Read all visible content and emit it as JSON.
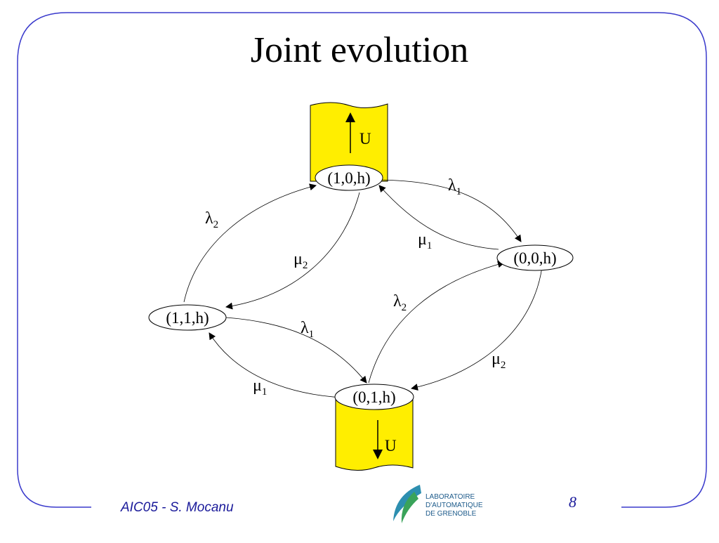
{
  "title": "Joint evolution",
  "footer": {
    "author": "AIC05 - S. Mocanu",
    "page_number": "8"
  },
  "logo": {
    "line1": "LABORATOIRE",
    "line2": "D'AUTOMATIQUE",
    "line3": "DE GRENOBLE"
  },
  "nodes": {
    "n10h": "(1,0,h)",
    "n00h": "(0,0,h)",
    "n11h": "(1,1,h)",
    "n01h": "(0,1,h)"
  },
  "buffers": {
    "top_label": "U",
    "bottom_label": "U"
  },
  "edges": {
    "e1": {
      "sym": "λ",
      "sub": "1"
    },
    "e2": {
      "sym": "μ",
      "sub": "1"
    },
    "e3": {
      "sym": "λ",
      "sub": "2"
    },
    "e4": {
      "sym": "μ",
      "sub": "2"
    },
    "e5": {
      "sym": "λ",
      "sub": "1"
    },
    "e6": {
      "sym": "μ",
      "sub": "1"
    },
    "e7": {
      "sym": "λ",
      "sub": "2"
    },
    "e8": {
      "sym": "μ",
      "sub": "2"
    }
  },
  "colors": {
    "frame": "#3a3acc",
    "buffer": "#ffee00",
    "footer_text": "#1a1a9a"
  }
}
